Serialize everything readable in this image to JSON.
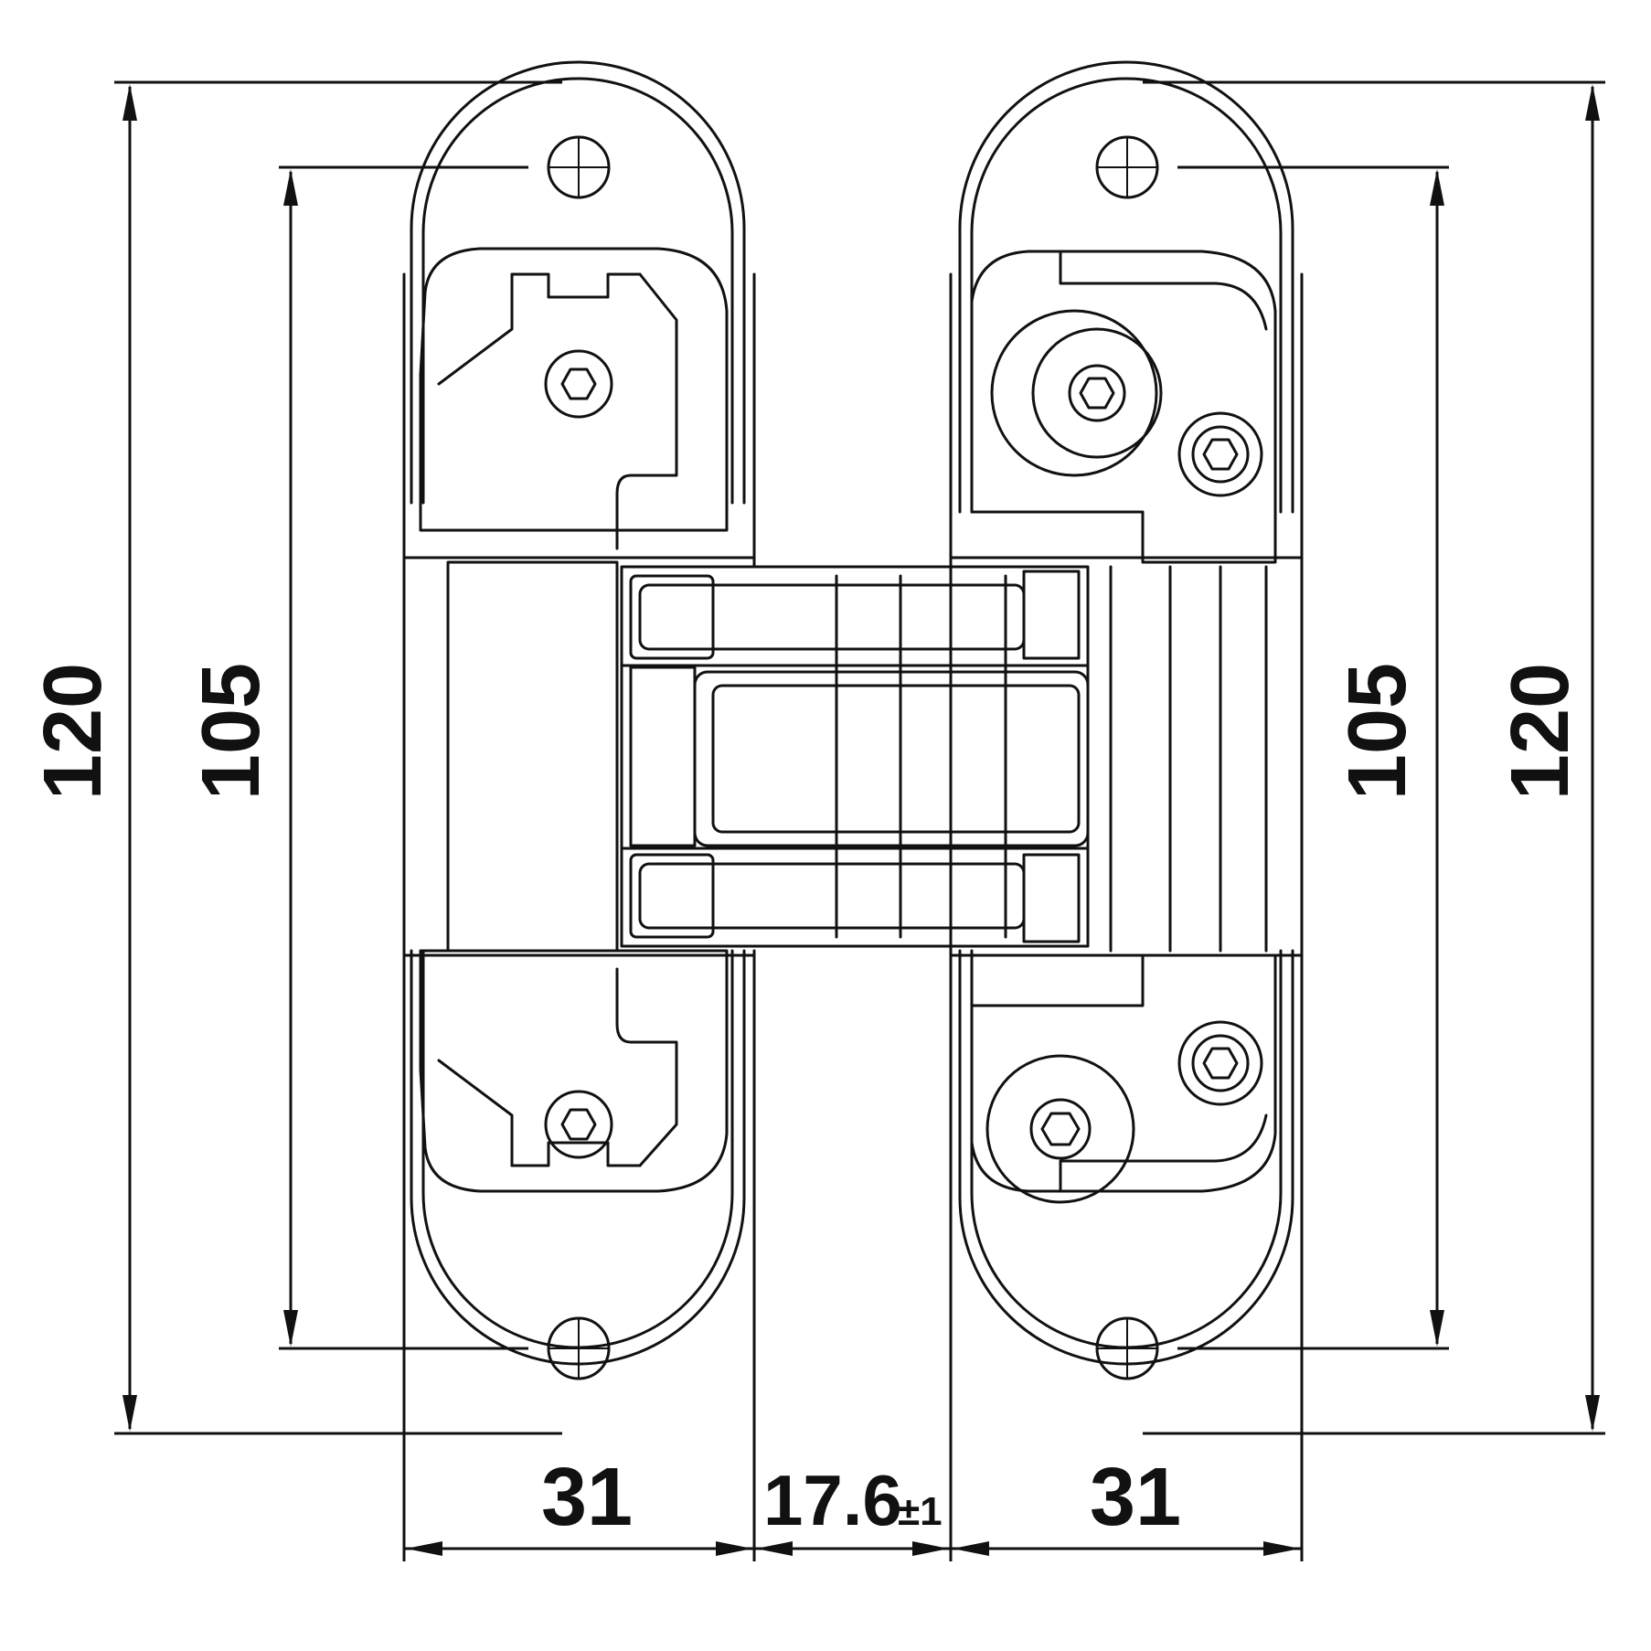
{
  "drawing": {
    "subject": "concealed 3D adjustable door hinge",
    "colors": {
      "line": "#111111",
      "background": "#ffffff"
    }
  },
  "dimensions": {
    "overall_height_left": "120",
    "hole_spacing_left": "105",
    "hole_spacing_right": "105",
    "overall_height_right": "120",
    "leaf_width_left": "31",
    "gap": "17.6",
    "gap_tolerance": "±1",
    "leaf_width_right": "31"
  }
}
